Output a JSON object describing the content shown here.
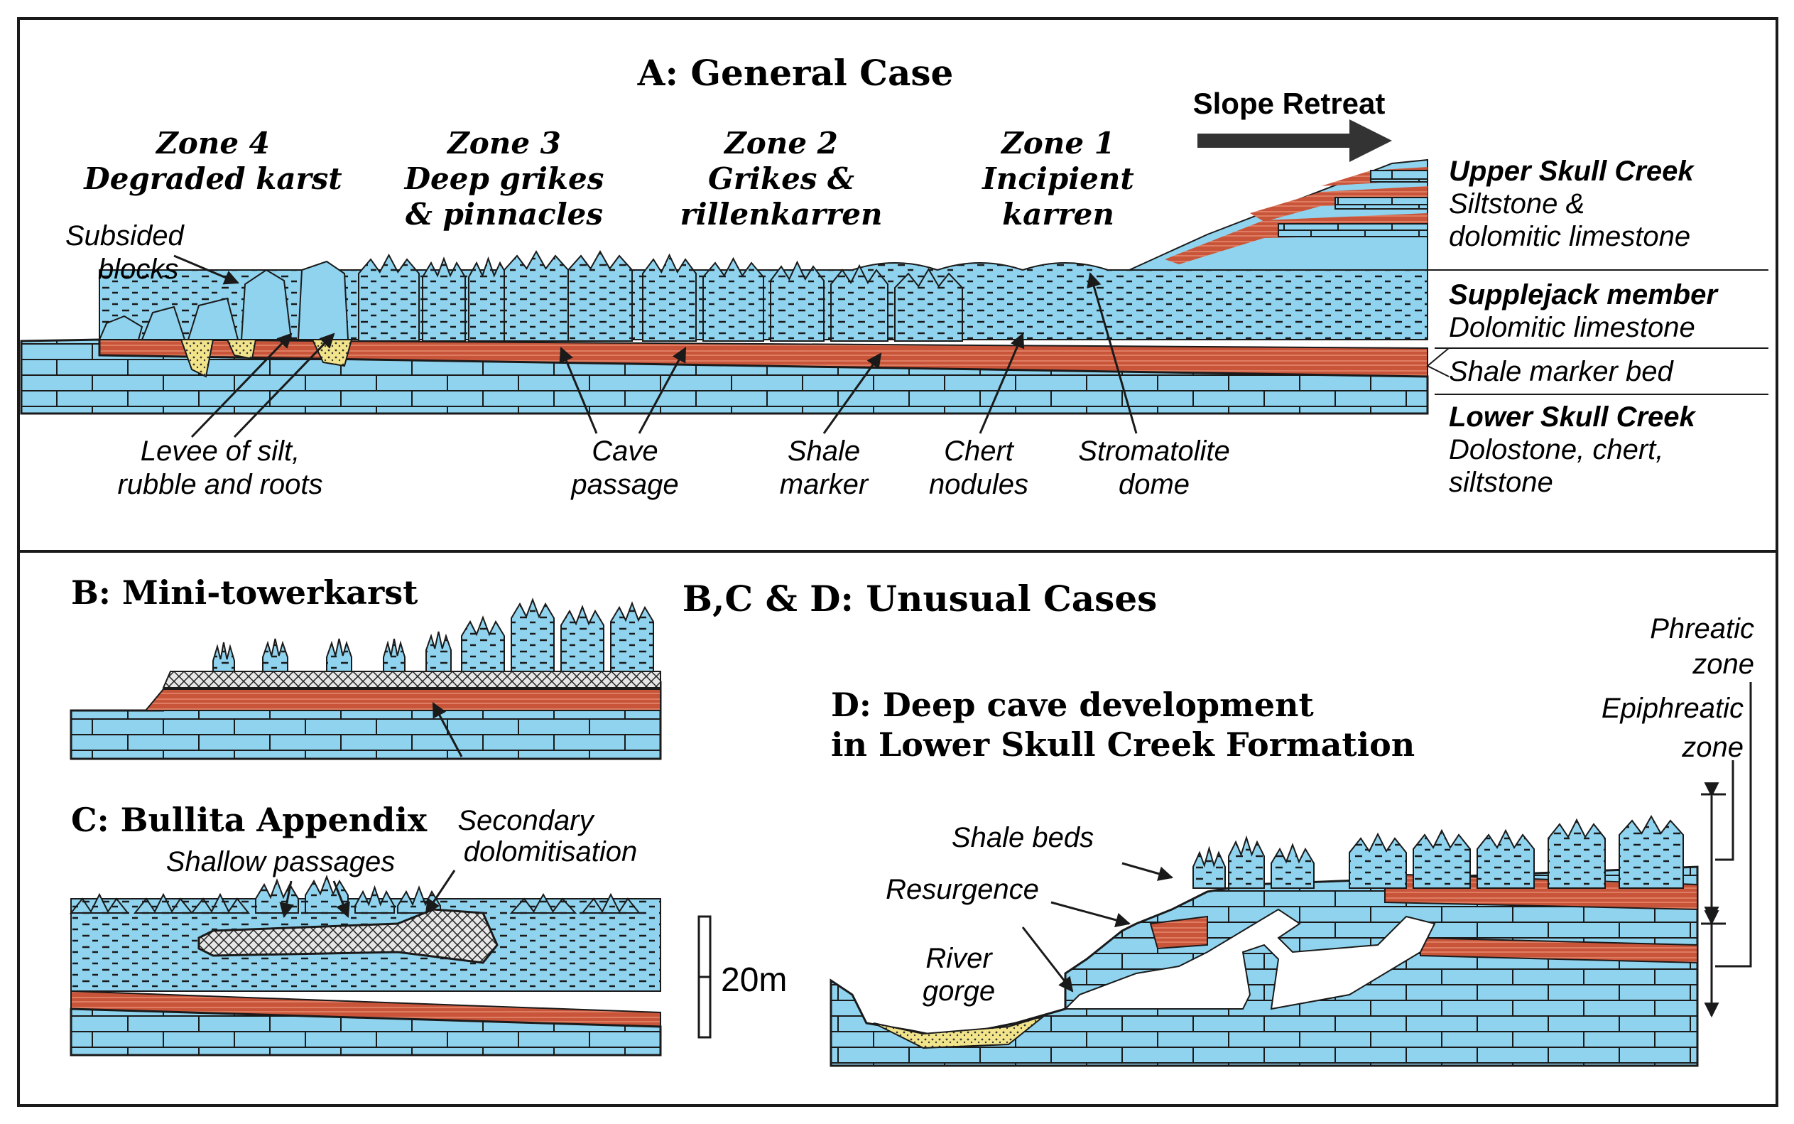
{
  "panel_a": {
    "title": "A: General Case",
    "slope_retreat": "Slope Retreat",
    "zones": [
      {
        "name": "Zone 4",
        "desc": "Degraded karst"
      },
      {
        "name": "Zone 3",
        "desc1": "Deep grikes",
        "desc2": "& pinnacles"
      },
      {
        "name": "Zone 2",
        "desc1": "Grikes &",
        "desc2": "rillenkarren"
      },
      {
        "name": "Zone 1",
        "desc1": "Incipient",
        "desc2": "karren"
      }
    ],
    "labels": {
      "subsided_1": "Subsided",
      "subsided_2": "blocks",
      "levee_1": "Levee of silt,",
      "levee_2": "rubble and roots",
      "cave_1": "Cave",
      "cave_2": "passage",
      "shale_1": "Shale",
      "shale_2": "marker",
      "chert_1": "Chert",
      "chert_2": "nodules",
      "strom_1": "Stromatolite",
      "strom_2": "dome"
    },
    "legend": {
      "upper_title": "Upper Skull Creek",
      "upper_1": "Siltstone &",
      "upper_2": "dolomitic limestone",
      "supple_title": "Supplejack member",
      "supple_1": "Dolomitic limestone",
      "shale_bed": "Shale marker bed",
      "lower_title": "Lower Skull Creek",
      "lower_1": "Dolostone, chert,",
      "lower_2": "siltstone"
    }
  },
  "panel_bcd": {
    "title": "B,C & D: Unusual Cases",
    "b_title": "B: Mini-towerkarst",
    "c_title": "C: Bullita Appendix",
    "c_shallow": "Shallow passages",
    "secondary_1": "Secondary",
    "secondary_2": "dolomitisation",
    "scale": "20m",
    "d_title_1": "D: Deep cave development",
    "d_title_2": "in Lower Skull Creek Formation",
    "shale_beds": "Shale beds",
    "resurgence": "Resurgence",
    "river_1": "River",
    "river_2": "gorge",
    "phreatic_1": "Phreatic",
    "phreatic_2": "zone",
    "epi_1": "Epiphreatic",
    "epi_2": "zone"
  },
  "colors": {
    "blue": "#8fd3ee",
    "shale": "#c8553a",
    "sand": "#f2e48a",
    "line": "#1a1a1a"
  }
}
